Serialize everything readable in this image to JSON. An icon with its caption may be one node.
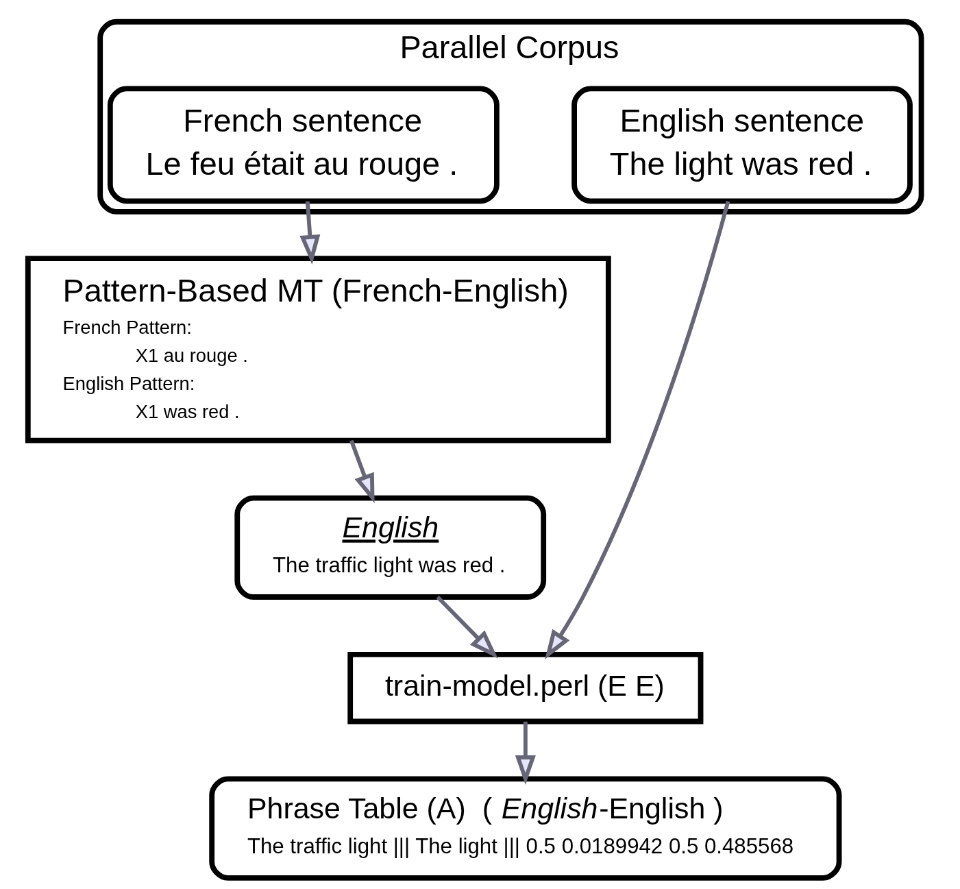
{
  "diagram": {
    "nodes": [
      {
        "text": [
          "Parallel Corpus"
        ]
      },
      {
        "text": [
          "French sentence",
          "Le feu était au rouge ."
        ],
        "in": 0
      },
      {
        "text": [
          "English sentence",
          "The light was red ."
        ],
        "in": 0
      },
      {
        "text": [
          "Pattern-Based MT (French-English)",
          "French Pattern:",
          "X1 au rouge .",
          "English Pattern:",
          "X1 was red ."
        ]
      },
      {
        "text": [
          "English",
          "The traffic light was red ."
        ]
      },
      {
        "text": [
          "train-model.perl (E E)"
        ]
      },
      {
        "text": [
          "Phrase Table (A)  ( *English*-English )",
          "The traffic light ||| The light ||| 0.5 0.0189942 0.5 0.485568"
        ]
      }
    ],
    "edges": [
      {
        "from": 1,
        "to": 3,
        "arrow": "to"
      },
      {
        "from": 2,
        "to": 5,
        "arrow": "to"
      },
      {
        "from": 3,
        "to": 4,
        "arrow": "to"
      },
      {
        "from": 4,
        "to": 5,
        "arrow": "to"
      },
      {
        "from": 5,
        "to": 6,
        "arrow": "to"
      }
    ]
  }
}
